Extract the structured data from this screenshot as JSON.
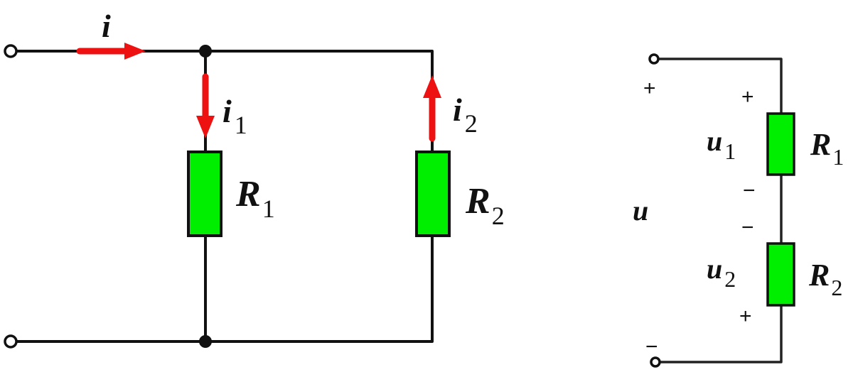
{
  "colors": {
    "wire": "#111111",
    "resistor_fill": "#00ee00",
    "current_arrow": "#ee1111"
  },
  "parallel_circuit": {
    "total_current": {
      "symbol": "i",
      "subscript": ""
    },
    "branch_1": {
      "current": {
        "symbol": "i",
        "subscript": "1",
        "direction": "down"
      },
      "resistor": {
        "symbol": "R",
        "subscript": "1"
      }
    },
    "branch_2": {
      "current": {
        "symbol": "i",
        "subscript": "2",
        "direction": "up"
      },
      "resistor": {
        "symbol": "R",
        "subscript": "2"
      }
    }
  },
  "series_circuit": {
    "total_voltage": {
      "symbol": "u",
      "top_sign": "+",
      "bottom_sign": "−"
    },
    "element_1": {
      "voltage": {
        "symbol": "u",
        "subscript": "1",
        "top_sign": "+",
        "bottom_sign": "−"
      },
      "resistor": {
        "symbol": "R",
        "subscript": "1"
      }
    },
    "element_2": {
      "voltage": {
        "symbol": "u",
        "subscript": "2",
        "top_sign": "−",
        "bottom_sign": "+"
      },
      "resistor": {
        "symbol": "R",
        "subscript": "2"
      }
    }
  }
}
